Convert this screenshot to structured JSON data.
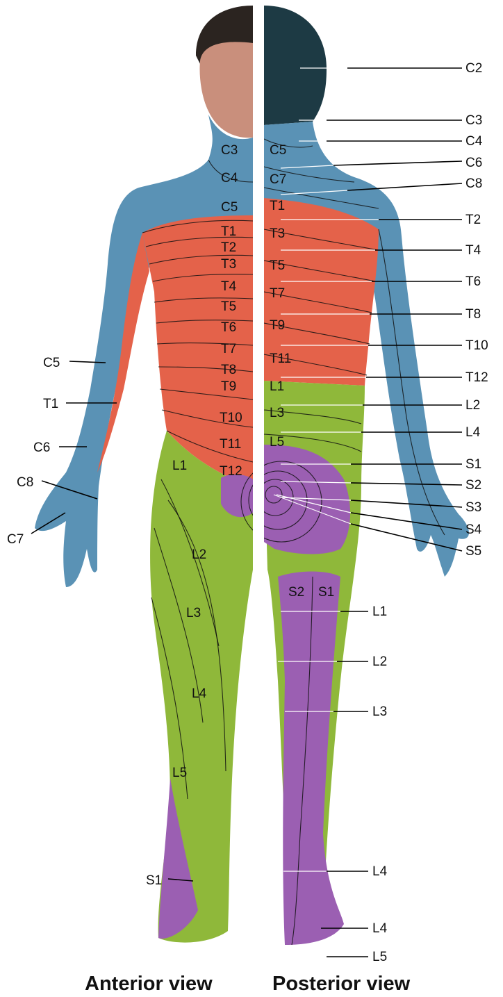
{
  "colors": {
    "cervical": "#5a92b5",
    "thoracic": "#e4624a",
    "lumbar": "#8fb83a",
    "sacral": "#9b5fb2",
    "hair": "#2b2420",
    "skin": "#c98f7c"
  },
  "captions": {
    "anterior": "Anterior view",
    "posterior": "Posterior view"
  },
  "anterior_labels": {
    "C3": "C3",
    "C4": "C4",
    "C5": "C5",
    "T1": "T1",
    "T2": "T2",
    "T3": "T3",
    "T4": "T4",
    "T5": "T5",
    "T6": "T6",
    "T7": "T7",
    "T8": "T8",
    "T9": "T9",
    "T10": "T10",
    "T11": "T11",
    "T12": "T12",
    "L1": "L1",
    "L2": "L2",
    "L3": "L3",
    "L4": "L4",
    "L5": "L5",
    "arm_C5": "C5",
    "arm_T1": "T1",
    "arm_C6": "C6",
    "arm_C8": "C8",
    "arm_C7": "C7",
    "foot_S1": "S1"
  },
  "posterior_inner_labels": {
    "C5": "C5",
    "C7": "C7",
    "T1": "T1",
    "T3": "T3",
    "T5": "T5",
    "T7": "T7",
    "T9": "T9",
    "T11": "T11",
    "L1": "L1",
    "L3": "L3",
    "L5": "L5",
    "S2": "S2",
    "S1": "S1"
  },
  "posterior_callouts": {
    "C2": "C2",
    "C3": "C3",
    "C4": "C4",
    "C6": "C6",
    "C8": "C8",
    "T2": "T2",
    "T4": "T4",
    "T6": "T6",
    "T8": "T8",
    "T10": "T10",
    "T12": "T12",
    "L2": "L2",
    "L4": "L4",
    "S1": "S1",
    "S2": "S2",
    "S3": "S3",
    "S4": "S4",
    "S5": "S5",
    "leg_L1": "L1",
    "leg_L2": "L2",
    "leg_L3": "L3",
    "leg_L4": "L4",
    "foot_L4": "L4",
    "foot_L5": "L5"
  }
}
